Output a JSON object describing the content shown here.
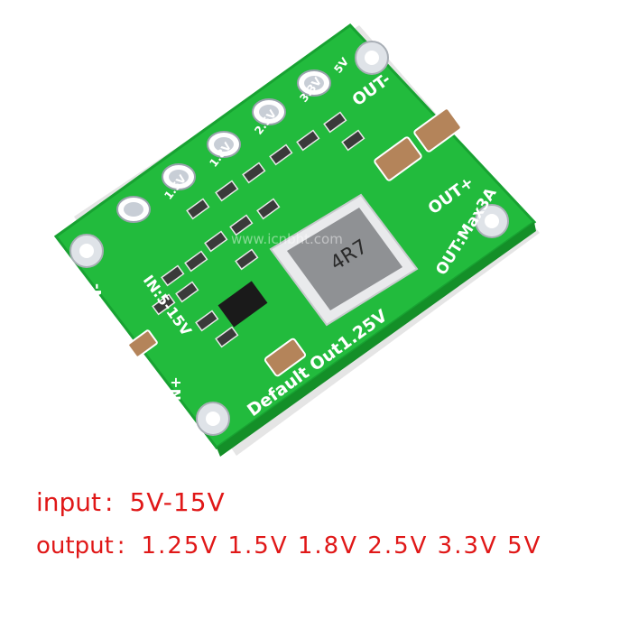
{
  "board": {
    "labels": {
      "out_minus": "OUT-",
      "out_plus": "OUT+",
      "in_minus": "IN-",
      "in_plus": "IN+",
      "in_range": "IN:5-15V",
      "out_max": "OUT:Max3A",
      "default_out": "Default Out1.25V",
      "inductor": "4R7",
      "jumper_1": "1.5V",
      "jumper_2": "1.8V",
      "jumper_3": "2.5V",
      "jumper_4": "3.3V",
      "jumper_5": "5V",
      "watermark": "www.icnbht.com"
    },
    "colors": {
      "pcb": "#1fb83a",
      "pcb_dark": "#159a2c",
      "silkscreen": "#ffffff",
      "pad": "#d9dde2",
      "inductor": "#8f8f8f",
      "capacitor": "#b08050"
    }
  },
  "spec": {
    "input_label": "input",
    "input_colon": ":",
    "input_value": "5V-15V",
    "output_label": "output",
    "output_colon": ":",
    "output_value": "1.25V  1.5V  1.8V  2.5V  3.3V  5V",
    "text_color": "#e01818"
  }
}
